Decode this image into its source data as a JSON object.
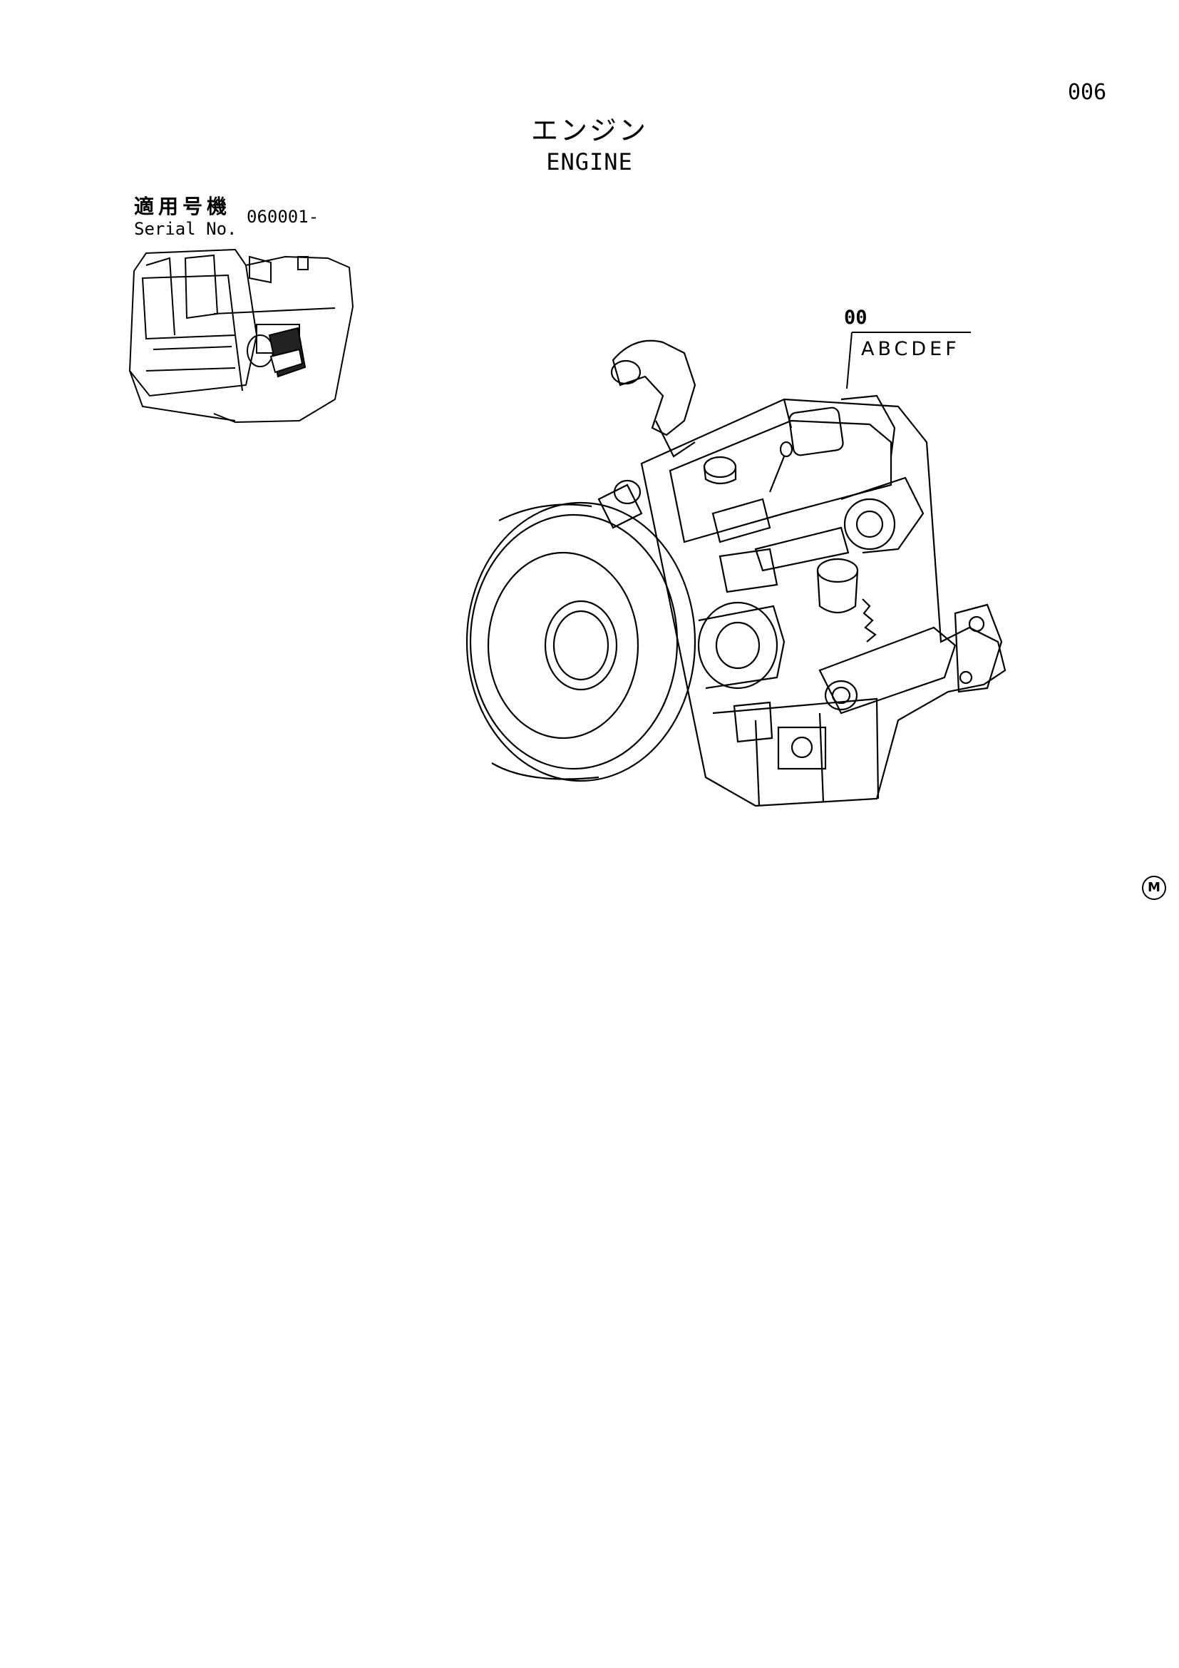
{
  "page_number": "006",
  "title": {
    "japanese": "エンジン",
    "english": "ENGINE"
  },
  "serial": {
    "label_japanese": "適用号機",
    "label_english": "Serial No.",
    "value": "060001-"
  },
  "callout": {
    "number": "00",
    "letters": "ABCDEF"
  },
  "mark": "M",
  "illustrations": {
    "machine_icon": "excavator-outline-icon",
    "engine_icon": "engine-assembly-icon"
  }
}
